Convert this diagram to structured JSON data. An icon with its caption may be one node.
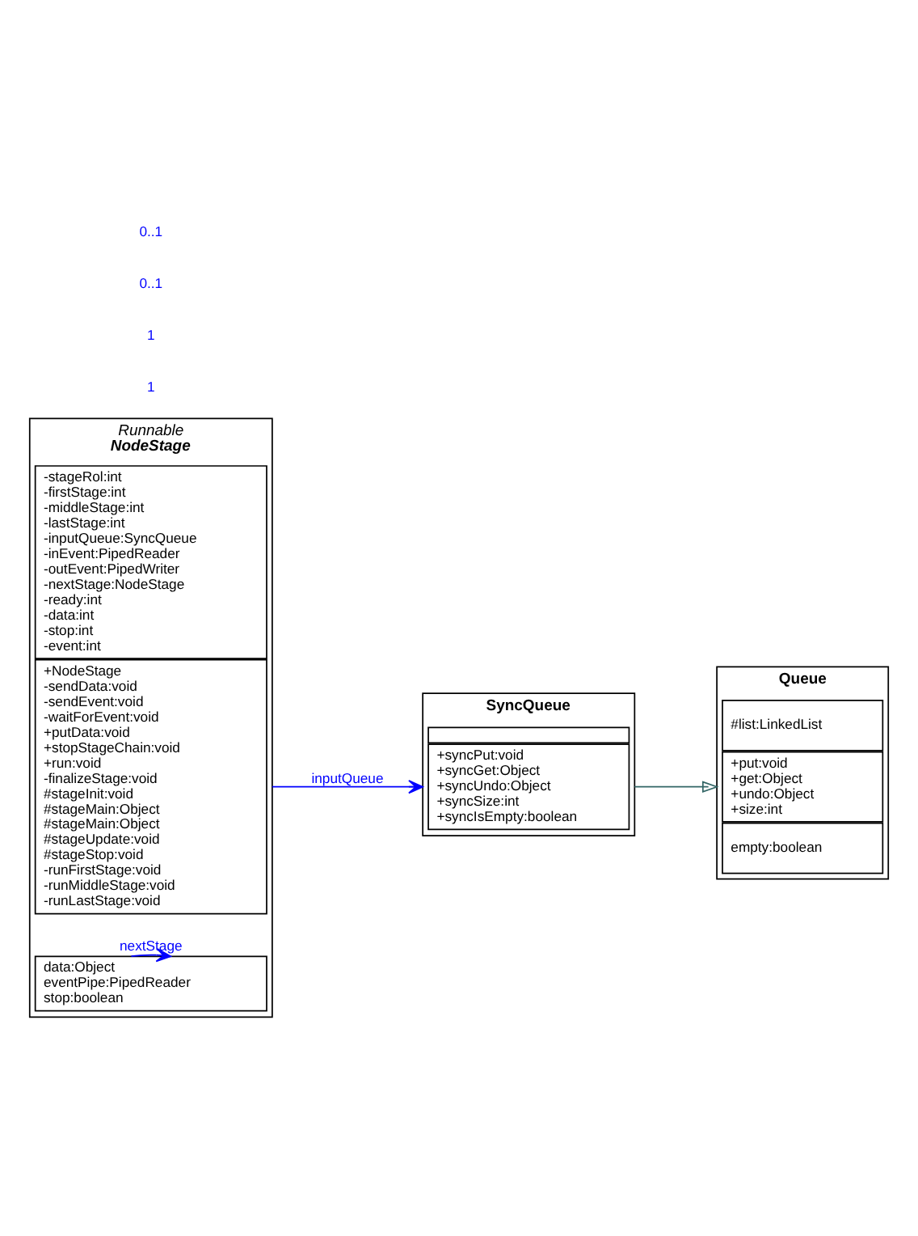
{
  "diagram": {
    "nodes": [
      {
        "text": [
          "Runnable",
          "NodeStage"
        ]
      },
      {
        "text": [
          "-stageRol:int",
          "-firstStage:int",
          "-middleStage:int",
          "-lastStage:int",
          "-inputQueue:SyncQueue",
          "-inEvent:PipedReader",
          "-outEvent:PipedWriter",
          "-nextStage:NodeStage",
          "-ready:int",
          "-data:int",
          "-stop:int",
          "-event:int"
        ],
        "in": 0
      },
      {
        "text": [
          "+NodeStage",
          "-sendData:void",
          "-sendEvent:void",
          "-waitForEvent:void",
          "+putData:void",
          "+stopStageChain:void",
          "+run:void",
          "-finalizeStage:void",
          "#stageInit:void",
          "#stageMain:Object",
          "#stageMain:Object",
          "#stageUpdate:void",
          "#stageStop:void",
          "-runFirstStage:void",
          "-runMiddleStage:void",
          "-runLastStage:void"
        ],
        "in": 0
      },
      {
        "text": [
          "data:Object",
          "eventPipe:PipedReader",
          "stop:boolean"
        ],
        "in": 0
      },
      {
        "text": [
          "Queue"
        ]
      },
      {
        "text": [
          "#list:LinkedList"
        ],
        "in": 4
      },
      {
        "text": [
          "+put:void",
          "+get:Object",
          "+undo:Object",
          "+size:int"
        ],
        "in": 4
      },
      {
        "text": [
          "empty:boolean"
        ],
        "in": 4
      },
      {
        "text": [
          "SyncQueue"
        ]
      },
      {
        "text": [],
        "shape": "box",
        "in": 8
      },
      {
        "text": [
          "+syncPut:void",
          "+syncGet:Object",
          "+syncUndo:Object",
          "+syncSize:int",
          "+syncIsEmpty:boolean"
        ],
        "in": 8
      }
    ],
    "edges": [
      {
        "from": 0,
        "to": 8,
        "arrow": "to",
        "label": "inputQueue"
      },
      {
        "from": 8,
        "to": 4,
        "arrow": "to",
        "color": "#336666"
      },
      {
        "from": 0,
        "to": 3,
        "arrow": "to",
        "label": "nextStage"
      }
    ],
    "labels": [
      "1",
      "1",
      "0..1",
      "0..1"
    ]
  }
}
